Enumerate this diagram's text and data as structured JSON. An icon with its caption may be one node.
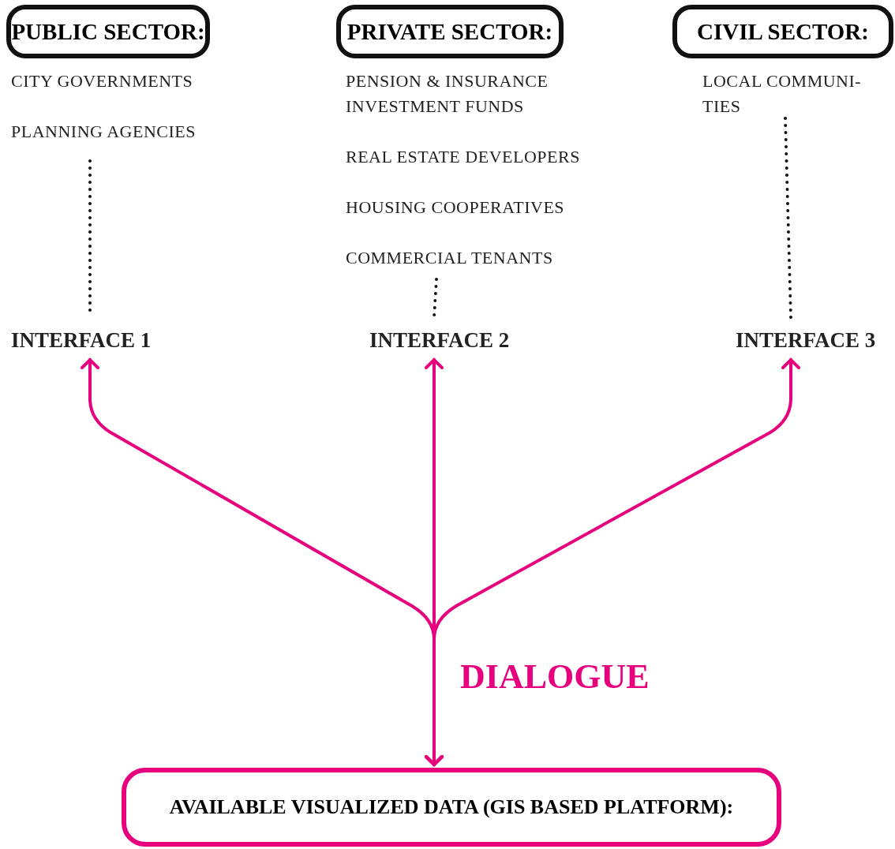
{
  "diagram": {
    "nodes": [
      {
        "text": [
          "PUBLIC SECTOR:"
        ]
      },
      {
        "text": [
          "PRIVATE SECTOR:"
        ]
      },
      {
        "text": [
          "CIVIL SECTOR:"
        ]
      },
      {
        "text": [
          "CITY GOVERNMENTS",
          "PLANNING AGENCIES"
        ]
      },
      {
        "text": [
          "PENSION & INSURANCE INVESTMENT FUNDS",
          "REAL ESTATE DEVELOPERS",
          "HOUSING COOPERATIVES",
          "COMMERCIAL TENANTS"
        ]
      },
      {
        "text": [
          "LOCAL COMMUNI- TIES"
        ]
      },
      {
        "text": [
          "INTERFACE 1"
        ]
      },
      {
        "text": [
          "INTERFACE 2"
        ]
      },
      {
        "text": [
          "INTERFACE 3"
        ]
      },
      {
        "text": [
          "AVAILABLE VISUALIZED DATA (GIS BASED PLATFORM):"
        ]
      }
    ],
    "edges": [
      {
        "from": 3,
        "to": 6,
        "arrow": "none",
        "style": "dashed"
      },
      {
        "from": 4,
        "to": 7,
        "arrow": "none",
        "style": "dashed"
      },
      {
        "from": 5,
        "to": 8,
        "arrow": "none",
        "style": "dashed"
      },
      {
        "from": 9,
        "to": 6,
        "arrow": "both",
        "color": "#e6007e"
      },
      {
        "from": 9,
        "to": 7,
        "arrow": "both",
        "color": "#e6007e"
      },
      {
        "from": 9,
        "to": 8,
        "arrow": "both",
        "color": "#e6007e"
      }
    ],
    "labels": [
      "DIALOGUE"
    ]
  }
}
